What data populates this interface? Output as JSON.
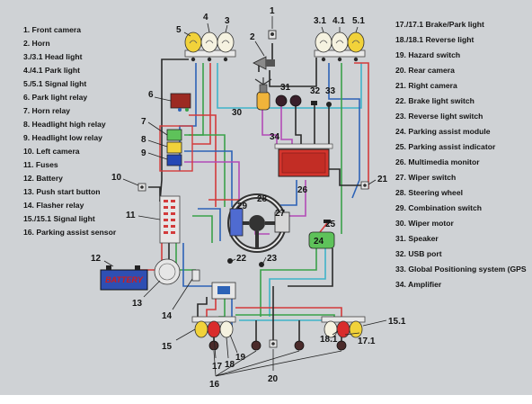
{
  "legend_left": [
    "1. Front camera",
    "2. Horn",
    "3./3.1 Head light",
    "4./4.1 Park light",
    "5./5.1 Signal light",
    "6. Park light relay",
    "7. Horn relay",
    "8. Headlight high relay",
    "9. Headlight low relay",
    "10. Left camera",
    "11. Fuses",
    "12. Battery",
    "13. Push start button",
    "14. Flasher relay",
    "15./15.1 Signal light",
    "16. Parking assist sensor"
  ],
  "legend_right": [
    "17./17.1 Brake/Park light",
    "18./18.1 Reverse light",
    "19. Hazard switch",
    "20. Rear camera",
    "21. Right camera",
    "22. Brake light switch",
    "23. Reverse light switch",
    "24. Parking assist module",
    "25. Parking assist indicator",
    "26. Multimedia monitor",
    "27. Wiper switch",
    "28. Steering wheel",
    "29. Combination switch",
    "30. Wiper motor",
    "31. Speaker",
    "32. USB port",
    "33. Global Positioning system (GPS",
    "34. Amplifier"
  ],
  "callouts": {
    "c1": "1",
    "c2": "2",
    "c3": "3",
    "c4": "4",
    "c5": "5",
    "c3_1": "3.1",
    "c4_1": "4.1",
    "c5_1": "5.1",
    "c6": "6",
    "c7": "7",
    "c8": "8",
    "c9": "9",
    "c10": "10",
    "c11": "11",
    "c12": "12",
    "c13": "13",
    "c14": "14",
    "c15": "15",
    "c15_1": "15.1",
    "c16": "16",
    "c17": "17",
    "c17_1": "17.1",
    "c18": "18",
    "c18_1": "18.1",
    "c19": "19",
    "c20": "20",
    "c21": "21",
    "c22": "22",
    "c23": "23",
    "c24": "24",
    "c25": "25",
    "c26": "26",
    "c27": "27",
    "c28": "28",
    "c29": "29",
    "c30": "30",
    "c31": "31",
    "c32": "32",
    "c33": "33",
    "c34": "34"
  },
  "battery_label": "BATTERY",
  "colors": {
    "background": "#cfd2d5",
    "wire_blue": "#2d63b7",
    "wire_green": "#3aa14a",
    "wire_red": "#d33b3b",
    "wire_magenta": "#b24bb6",
    "wire_cyan": "#3fb3c9",
    "wire_black": "#2a2a2a",
    "lamp_yellow": "#f1d23a",
    "lamp_red": "#d92c2c",
    "monitor_red": "#d4352d",
    "module_green": "#5ec25a"
  }
}
